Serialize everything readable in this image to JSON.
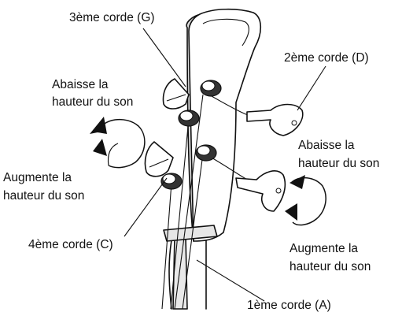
{
  "labels": {
    "string_g": "3ème corde (G)",
    "string_d": "2ème corde (D)",
    "string_c": "4ème corde (C)",
    "string_a": "1ème corde (A)",
    "left_lower_pitch_l1": "Abaisse la",
    "left_lower_pitch_l2": "hauteur du son",
    "left_raise_pitch_l1": "Augmente la",
    "left_raise_pitch_l2": "hauteur du son",
    "right_lower_pitch_l1": "Abaisse la",
    "right_lower_pitch_l2": "hauteur du son",
    "right_raise_pitch_l1": "Augmente la",
    "right_raise_pitch_l2": "hauteur du son"
  }
}
